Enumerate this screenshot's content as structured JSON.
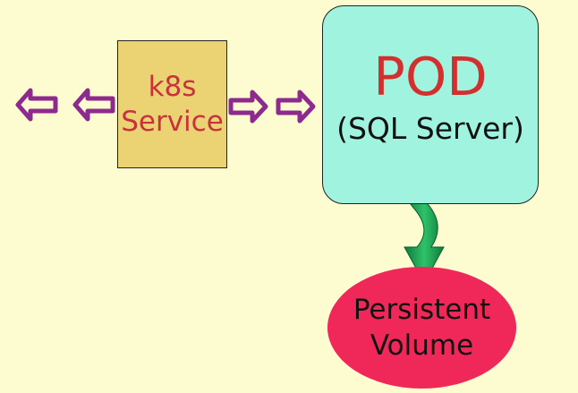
{
  "service": {
    "line1": "k8s",
    "line2": "Service"
  },
  "pod": {
    "title": "POD",
    "subtitle": "(SQL Server)"
  },
  "volume": {
    "line1": "Persistent",
    "line2": "Volume"
  },
  "colors": {
    "background": "#FCFCD0",
    "service_fill": "#EBD374",
    "service_text": "#C8323C",
    "pod_fill": "#A0F3DE",
    "pod_title": "#D32F2F",
    "volume_fill": "#F0285A",
    "arrow_purple": "#8E2A8E",
    "curved_arrow_green": "#1F9E55"
  },
  "icons": {
    "outbound_arrows": "left-arrow-outline-icon",
    "inbound_arrows": "right-arrow-outline-icon",
    "storage_link": "curved-down-arrow-icon"
  }
}
